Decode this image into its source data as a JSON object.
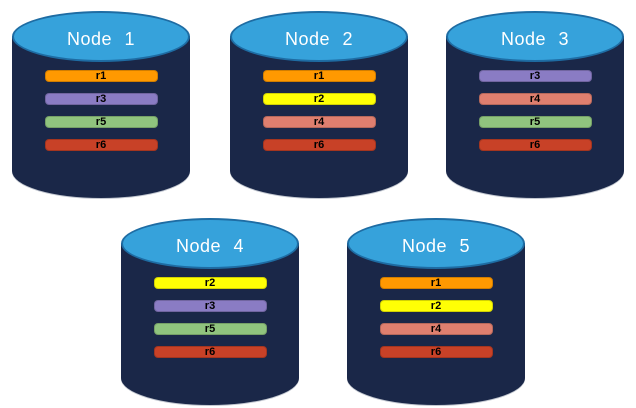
{
  "diagram": {
    "colors": {
      "cylinder_body": "#1A2748",
      "cylinder_top": "#36A2DB",
      "cylinder_top_outline": "#1E6CA3",
      "node_label_text": "#FFFFFF",
      "replica_label_text": "#000000"
    },
    "replica_colors": {
      "r1": "#FF9901",
      "r2": "#FFFF05",
      "r3": "#8A7CC4",
      "r4": "#DF7F6F",
      "r5": "#90C47E",
      "r6": "#C84127"
    },
    "nodes": [
      {
        "label": "Node 1",
        "replicas": [
          "r1",
          "r3",
          "r5",
          "r6"
        ]
      },
      {
        "label": "Node 2",
        "replicas": [
          "r1",
          "r2",
          "r4",
          "r6"
        ]
      },
      {
        "label": "Node 3",
        "replicas": [
          "r3",
          "r4",
          "r5",
          "r6"
        ]
      },
      {
        "label": "Node 4",
        "replicas": [
          "r2",
          "r3",
          "r5",
          "r6"
        ]
      },
      {
        "label": "Node 5",
        "replicas": [
          "r1",
          "r2",
          "r4",
          "r6"
        ]
      }
    ]
  }
}
